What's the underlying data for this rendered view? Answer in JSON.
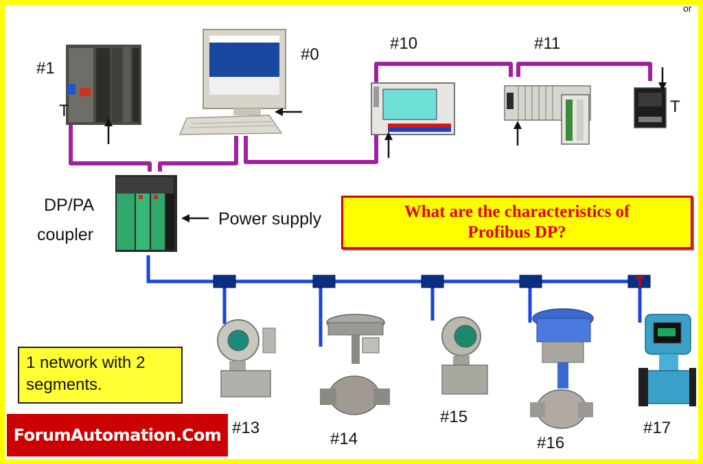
{
  "labels": {
    "plc": "#1",
    "pc": "#0",
    "panel": "#10",
    "io_station": "#11",
    "transmitter_13": "#13",
    "valve_14": "#14",
    "transmitter_15": "#15",
    "valve_16": "#16",
    "flowmeter_17": "#17",
    "terminator_left": "T",
    "terminator_right": "T",
    "coupler_line1": "DP/PA",
    "coupler_line2": "coupler",
    "power_supply": "Power supply",
    "corner_mark": "or"
  },
  "question": {
    "line1": "What are the characteristics of",
    "line2": "Profibus DP?"
  },
  "note": "1 network with 2 segments.",
  "brand": "ForumAutomation.Com",
  "colors": {
    "frame": "#ffff00",
    "profibus_dp_line": "#a020a0",
    "profibus_pa_line": "#1a44dd",
    "pa_tee": "#0a2f80",
    "question_text": "#e30000",
    "brand_bg": "#cc0000"
  }
}
